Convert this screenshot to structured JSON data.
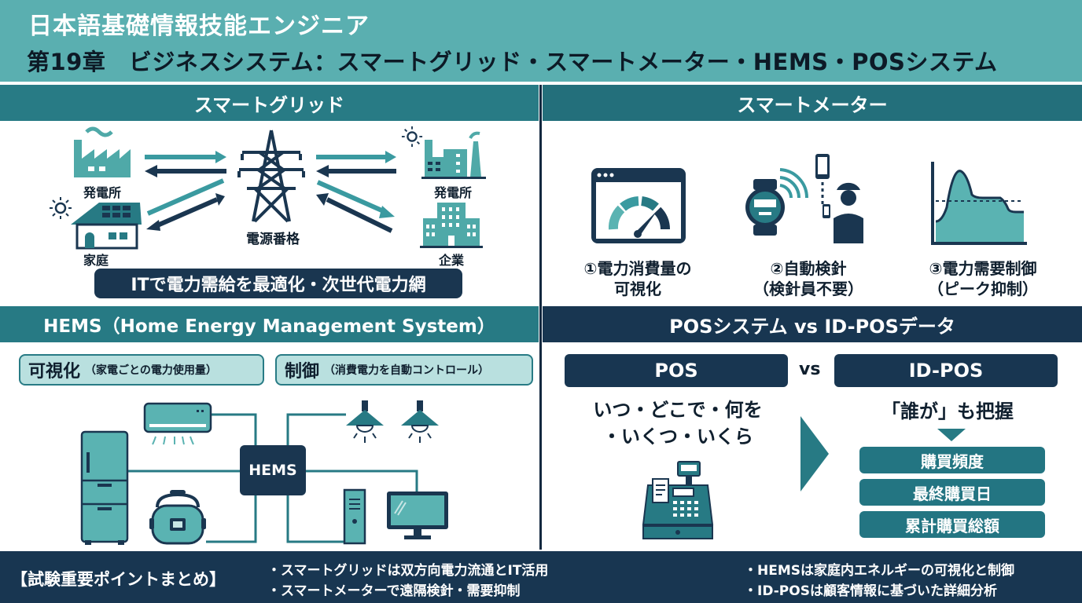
{
  "header": {
    "title": "日本語基礎情報技能エンジニア",
    "subtitle": "第19章　ビジネスシステム：スマートグリッド・スマートメーター・HEMS・POSシステム"
  },
  "smart_grid": {
    "heading": "スマートグリッド",
    "nodes": {
      "power_plant_left": "発電所",
      "home": "家庭",
      "tower": "電源番格",
      "power_plant_right": "発電所",
      "enterprise": "企業"
    },
    "banner": "ITで電力需給を最適化・次世代電力網"
  },
  "smart_meter": {
    "heading": "スマートメーター",
    "features": [
      {
        "line1": "①電力消費量の",
        "line2": "可視化"
      },
      {
        "line1": "②自動検針",
        "line2": "（検針員不要）"
      },
      {
        "line1": "③電力需要制御",
        "line2": "（ピーク抑制）"
      }
    ]
  },
  "hems": {
    "heading": "HEMS（Home Energy Management System）",
    "pills": [
      {
        "main": "可視化",
        "sub": "（家電ごとの電力使用量）"
      },
      {
        "main": "制御",
        "sub": "（消費電力を自動コントロール）"
      }
    ],
    "hub_label": "HEMS"
  },
  "pos": {
    "heading": "POSシステム vs ID-POSデータ",
    "pos_label": "POS",
    "vs_label": "vs",
    "idpos_label": "ID-POS",
    "pos_desc_line1": "いつ・どこで・何を",
    "pos_desc_line2": "・いくつ・いくら",
    "idpos_desc": "「誰が」も把握",
    "metrics": [
      "購買頻度",
      "最終購買日",
      "累計購買総額"
    ]
  },
  "footer": {
    "title": "【試験重要ポイントまとめ】",
    "points": [
      "・スマートグリッドは双方向電力流通とIT活用",
      "・スマートメーターで遠隔検針・需要抑制",
      "・HEMSは家庭内エネルギーの可視化と制御",
      "・ID-POSは顧客情報に基づいた詳細分析"
    ]
  },
  "colors": {
    "header_bg": "#5aafb0",
    "teal": "#277a84",
    "navy": "#183651",
    "light_teal": "#b9e0df",
    "icon_teal": "#4fa9a8"
  }
}
